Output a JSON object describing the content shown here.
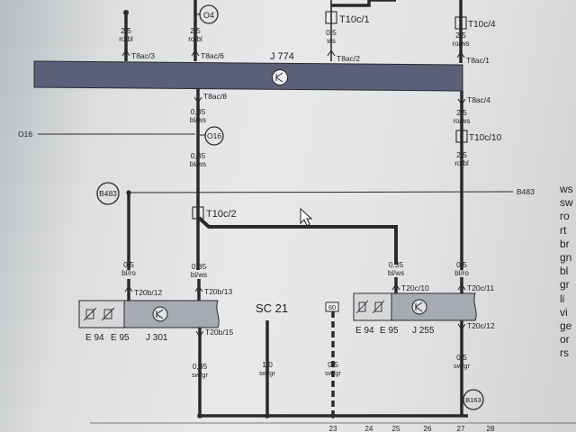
{
  "top_connectors": {
    "t10c1": "T10c/1",
    "t10c4": "T10c/4",
    "o4": "O4"
  },
  "upper_wires": [
    {
      "id": "w1",
      "gauge": "2,5",
      "color": "ro/bl",
      "pin": "T8ac/3"
    },
    {
      "id": "w2",
      "gauge": "2,5",
      "color": "ro/bl",
      "pin": "T8ac/6"
    },
    {
      "id": "w3",
      "gauge": "0,5",
      "color": "ws",
      "pin": "T8ac/2"
    },
    {
      "id": "w4",
      "gauge": "2,5",
      "color": "ro/ws",
      "pin": "T8ac/1"
    }
  ],
  "module_j774": {
    "label": "J 774"
  },
  "lower_left_chain": {
    "pin_top": "T8ac/8",
    "gauge1": "0,35",
    "color1": "bl/ws",
    "o16_left": "O16",
    "o16_circle": "O16",
    "gauge2": "0,35",
    "color2": "bl/ws",
    "t10c2": "T10c/2"
  },
  "lower_right_chain": {
    "pin_top": "T8ac/4",
    "gauge1": "2,5",
    "color1": "ro/ws",
    "t10c10": "T10c/10",
    "gauge2": "2,5",
    "color2": "ro/bl"
  },
  "b483": {
    "circle": "B483",
    "right_label": "B483"
  },
  "module_j301": {
    "wire_left": {
      "gauge": "0,5",
      "color": "bl/ro",
      "pin": "T20b/12"
    },
    "wire_right": {
      "gauge": "0,35",
      "color": "bl/ws",
      "pin": "T20b/13"
    },
    "e94": "E 94",
    "e95": "E 95",
    "j301": "J 301",
    "pin_bottom": "T20b/15"
  },
  "module_j255": {
    "wire_left": {
      "gauge": "0,35",
      "color": "bl/ws",
      "pin": "T20c/10"
    },
    "wire_right": {
      "gauge": "0,5",
      "color": "bl/ro",
      "pin": "T20c/11"
    },
    "e94": "E 94",
    "e95": "E 95",
    "j255": "J 255",
    "pin_bottom": "T20c/12"
  },
  "sc21": {
    "label": "SC 21"
  },
  "fuse": {
    "label": "60"
  },
  "bottom_wires": [
    {
      "id": "bw1",
      "gauge": "0,35",
      "color": "sw/gr"
    },
    {
      "id": "bw2",
      "gauge": "1,0",
      "color": "sw/gr"
    },
    {
      "id": "bw3",
      "gauge": "0,5",
      "color": "sw/gr"
    },
    {
      "id": "bw4",
      "gauge": "0,5",
      "color": "sw/gr"
    }
  ],
  "ground_b163": "B163",
  "column_numbers": [
    "23",
    "24",
    "25",
    "26",
    "27",
    "28"
  ],
  "color_legend": [
    "ws",
    "sw",
    "ro",
    "rt",
    "br",
    "gn",
    "bl",
    "gr",
    "li",
    "vi",
    "ge",
    "or",
    "rs"
  ]
}
